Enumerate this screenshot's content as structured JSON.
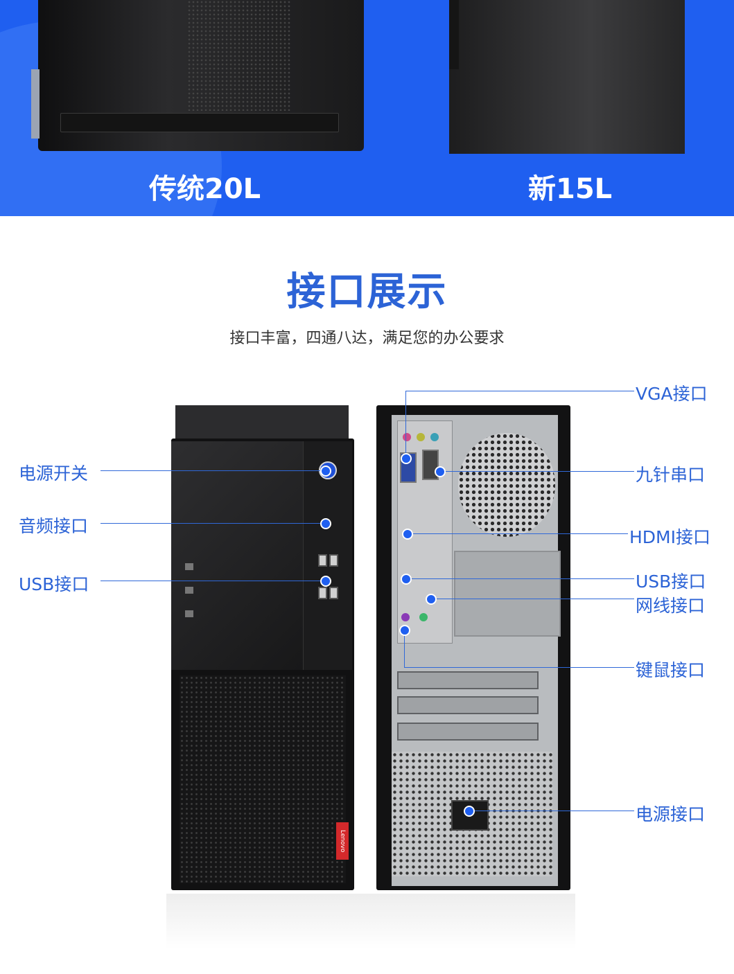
{
  "comparison": {
    "left_caption": "传统20L",
    "right_caption": "新15L"
  },
  "section": {
    "title": "接口展示",
    "subtitle": "接口丰富，四通八达，满足您的办公要求"
  },
  "front_labels": {
    "power_switch": "电源开关",
    "audio_port": "音频接口",
    "usb_port": "USB接口"
  },
  "back_labels": {
    "vga": "VGA接口",
    "serial": "九针串口",
    "hdmi": "HDMI接口",
    "usb": "USB接口",
    "lan": "网线接口",
    "ps2": "键鼠接口",
    "power": "电源接口"
  },
  "brand_logo": "Lenovo",
  "colors": {
    "banner_blue": "#1f5ff0",
    "title_blue": "#2c63d6",
    "label_blue": "#2c63d6",
    "subtitle_text": "#333333"
  }
}
